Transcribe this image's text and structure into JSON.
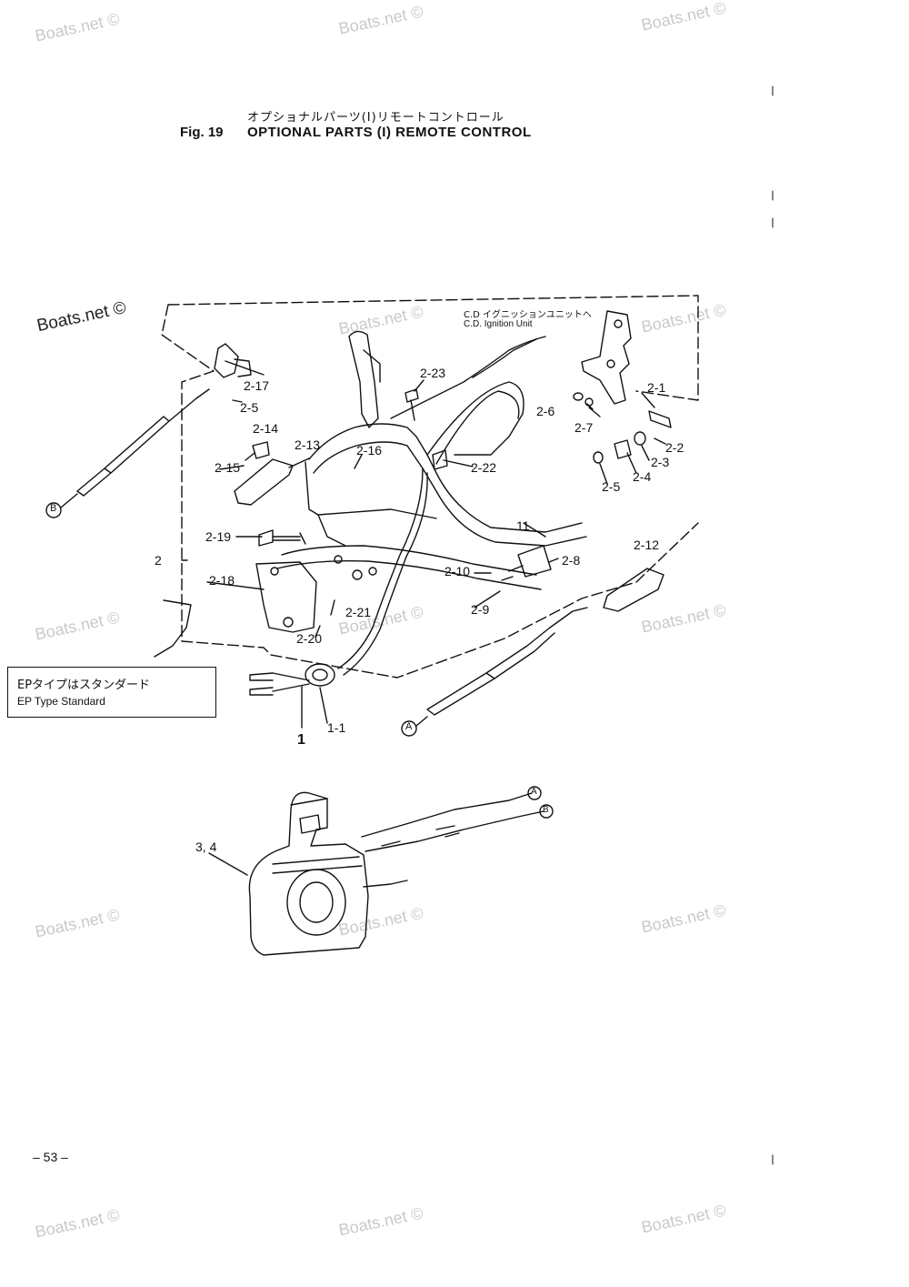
{
  "header": {
    "title_jp": "オプショナルパーツ(I)リモートコントロール",
    "fig_number": "Fig. 19",
    "title": "OPTIONAL PARTS (I) REMOTE CONTROL"
  },
  "watermark": {
    "text": "Boats.net ©"
  },
  "callouts": {
    "cd_jp": "C.D イグニッションユニットへ",
    "cd_en": "C.D. Ignition Unit",
    "ep_note_jp": "EPタイプはスタンダード",
    "ep_note_en": "EP Type Standard",
    "ref_a": "A",
    "ref_b": "B"
  },
  "part_labels": {
    "p2_1": "2-1",
    "p2_2": "2-2",
    "p2_3": "2-3",
    "p2_4": "2-4",
    "p2_5a": "2-5",
    "p2_5b": "2-5",
    "p2_6": "2-6",
    "p2_7": "2-7",
    "p2_8": "2-8",
    "p2_9": "2-9",
    "p2_10": "2-10",
    "p2_11": "11",
    "p2_12": "2-12",
    "p2_13": "2-13",
    "p2_14": "2-14",
    "p2_15": "2-15",
    "p2_16": "2-16",
    "p2_17": "2-17",
    "p2_18": "2-18",
    "p2_19": "2-19",
    "p2_20": "2-20",
    "p2_21": "2-21",
    "p2_22": "2-22",
    "p2_23": "2-23",
    "p2": "2",
    "p1": "1",
    "p1_1": "1-1",
    "p3_4": "3, 4"
  },
  "footer": {
    "page_number": "– 53 –"
  }
}
